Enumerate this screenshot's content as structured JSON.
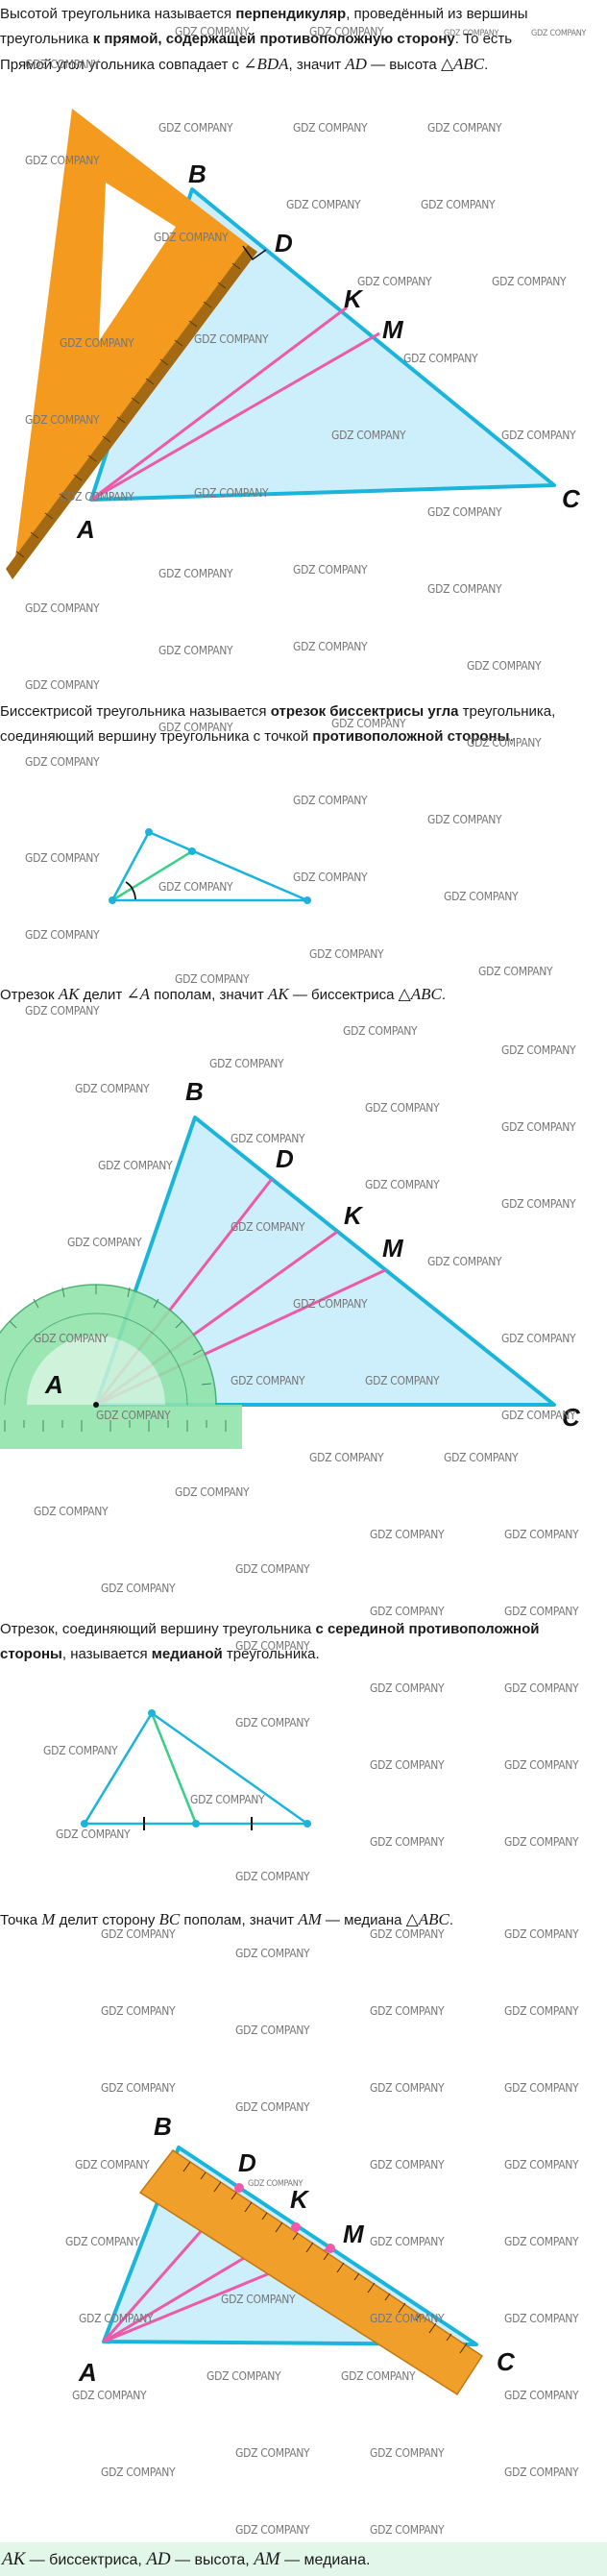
{
  "paragraphs": {
    "height": {
      "t1": "Высотой треугольника называется ",
      "b1": "перпендикуляр",
      "t2": ", проведённый из вершины треугольника ",
      "b2": "к прямой, содержащей противоположную сторону",
      "t3": ". То есть",
      "line2_pre": "Прямой угол угольника совпадает с ",
      "line2_angle": "∠BDA",
      "line2_mid": ", значит ",
      "line2_seg": "AD",
      "line2_dash": " — высота ",
      "line2_tri": "△ABC",
      "line2_end": "."
    },
    "bisector": {
      "t1": "Биссектрисой треугольника называется ",
      "b1": "отрезок биссектрисы угла",
      "t2": " треугольника, соединяющий вершину треугольника с точкой ",
      "b2": "противоположной стороны",
      "t3": "."
    },
    "bisector_note": {
      "pre": "Отрезок ",
      "seg": "AK",
      "mid": " делит ",
      "angle": "∠A",
      "mid2": " пополам, значит ",
      "seg2": "AK",
      "dash": " — биссектриса ",
      "tri": "△ABC",
      "end": "."
    },
    "median": {
      "t1": "Отрезок, соединяющий вершину треугольника ",
      "b1": "с серединой противоположной стороны",
      "t2": ", называется ",
      "b2": "медианой",
      "t3": " треугольника."
    },
    "median_note": {
      "pre": "Точка ",
      "pt": "M",
      "mid": " делит сторону ",
      "side": "BC",
      "mid2": " пополам, значит ",
      "seg": "AM",
      "dash": " — медиана ",
      "tri": "△ABC",
      "end": "."
    }
  },
  "footer": {
    "s1": "AK",
    "t1": " — биссектриса, ",
    "s2": "AD",
    "t2": " — высота, ",
    "s3": "AM",
    "t3": " — медиана."
  },
  "labels": {
    "A": "A",
    "B": "B",
    "C": "C",
    "D": "D",
    "K": "K",
    "M": "M"
  },
  "watermark": "GDZ COMPANY",
  "colors": {
    "triangle_fill": "#cdeefb",
    "triangle_stroke": "#1bb4da",
    "cevian": "#ee5aa8",
    "square_tool": "#f39a1f",
    "protractor": "#8fe3a9",
    "ruler": "#f0a02a",
    "footer_bg": "#e2f7ea"
  }
}
